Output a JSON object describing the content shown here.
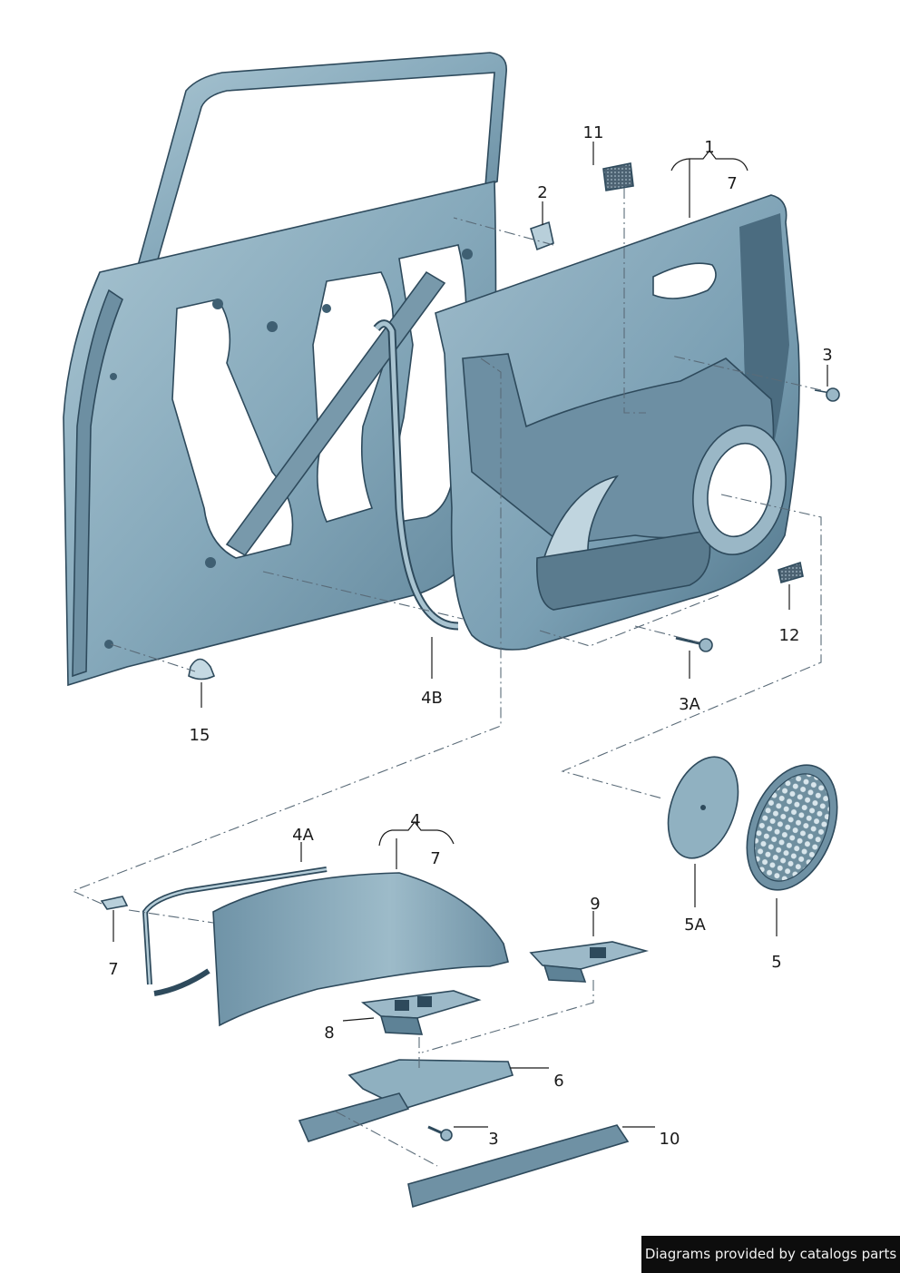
{
  "callouts": {
    "c1": "1",
    "c1_sub": "7",
    "c2": "2",
    "c3_top": "3",
    "c3A": "3A",
    "c4": "4",
    "c4_sub": "7",
    "c4A": "4A",
    "c4B": "4B",
    "c5": "5",
    "c5A": "5A",
    "c6": "6",
    "c7_left": "7",
    "c8": "8",
    "c9": "9",
    "c10": "10",
    "c11": "11",
    "c12": "12",
    "c15": "15",
    "c3_bottom": "3"
  },
  "footer": {
    "credit": "Diagrams provided by catalogs parts"
  },
  "colors": {
    "part_fill": "#8fb0c0",
    "part_dark": "#5e8296",
    "part_light": "#c2d8e2",
    "edge": "#2e4a5c"
  }
}
